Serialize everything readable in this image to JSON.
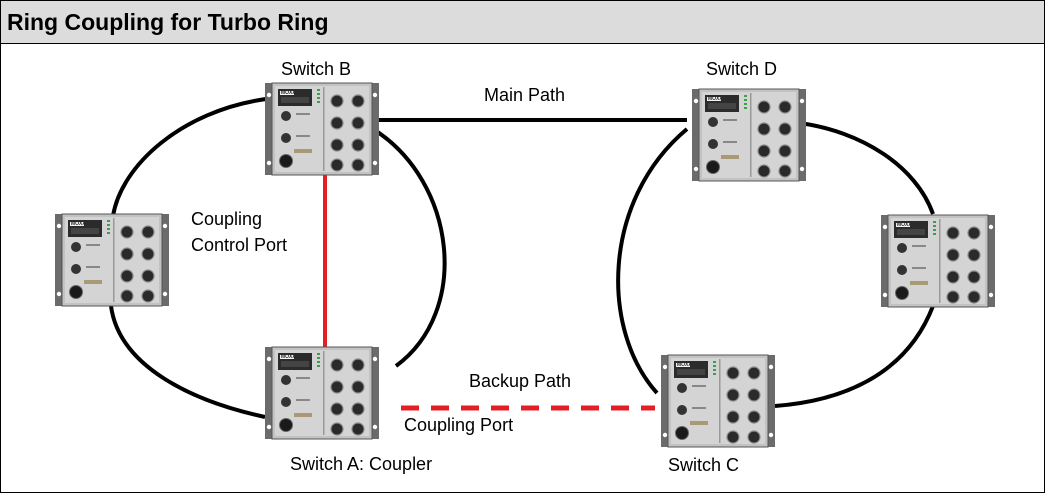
{
  "title": "Ring Coupling for Turbo Ring",
  "switch_brand": "MOXA",
  "colors": {
    "header_bg": "#dcdcdc",
    "link_black": "#000000",
    "link_red": "#e41e25"
  },
  "labels": {
    "switch_b": "Switch B",
    "switch_d": "Switch D",
    "switch_a": "Switch A: Coupler",
    "switch_c": "Switch C",
    "main_path": "Main Path",
    "backup_path": "Backup Path",
    "coupling_port": "Coupling Port",
    "coupling_control_line1": "Coupling",
    "coupling_control_line2": "Control Port"
  },
  "nodes": [
    {
      "id": "switch-b",
      "label": "Switch B"
    },
    {
      "id": "switch-d",
      "label": "Switch D"
    },
    {
      "id": "switch-a",
      "label": "Switch A: Coupler"
    },
    {
      "id": "switch-c",
      "label": "Switch C"
    },
    {
      "id": "switch-left",
      "label": ""
    },
    {
      "id": "switch-right",
      "label": ""
    }
  ],
  "links": [
    {
      "from": "switch-b",
      "to": "switch-d",
      "label": "Main Path",
      "style": "solid-black"
    },
    {
      "from": "switch-a",
      "to": "switch-c",
      "label": "Backup Path",
      "style": "dashed-red"
    },
    {
      "from": "switch-b",
      "to": "switch-a",
      "label": "Coupling Control Port",
      "style": "solid-red"
    }
  ]
}
